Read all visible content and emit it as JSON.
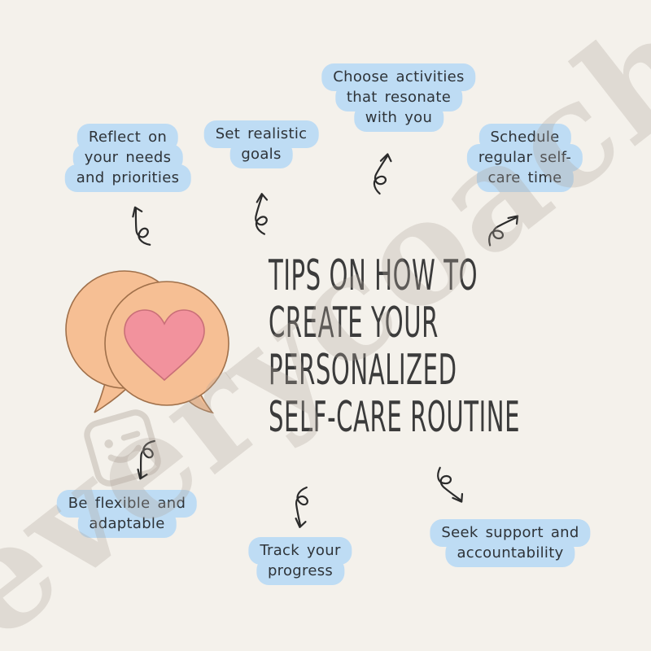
{
  "title": {
    "lines": [
      "TIPS ON HOW TO",
      "CREATE YOUR",
      "PERSONALIZED",
      "SELF-CARE ROUTINE"
    ]
  },
  "tips": [
    {
      "name": "reflect-on-needs",
      "lines": [
        "Reflect on",
        "your needs",
        "and priorities"
      ]
    },
    {
      "name": "set-realistic-goals",
      "lines": [
        "Set realistic",
        "goals"
      ]
    },
    {
      "name": "choose-activities",
      "lines": [
        "Choose activities",
        "that resonate",
        "with you"
      ]
    },
    {
      "name": "schedule-self-care",
      "lines": [
        "Schedule",
        "regular self-",
        "care time"
      ]
    },
    {
      "name": "be-flexible",
      "lines": [
        "Be flexible and",
        "adaptable"
      ]
    },
    {
      "name": "track-progress",
      "lines": [
        "Track your",
        "progress"
      ]
    },
    {
      "name": "seek-support",
      "lines": [
        "Seek support and",
        "accountability"
      ]
    }
  ],
  "illustration": {
    "name": "two-speech-bubbles-with-heart"
  },
  "watermark": {
    "text": "everycoach",
    "logo": "winking-face-badge"
  },
  "colors": {
    "background": "#f4f1eb",
    "bubble_blue": "#bedcf4",
    "tip_text": "#2e3338",
    "title_color": "#3b3b3b",
    "arrow_color": "#2b2b2b",
    "peach": "#f6bf94",
    "peach_outline": "#a0704a",
    "heart_pink": "#f2929d",
    "heart_outline": "#c96f78",
    "watermark_color": "rgba(174,166,155,0.30)"
  }
}
